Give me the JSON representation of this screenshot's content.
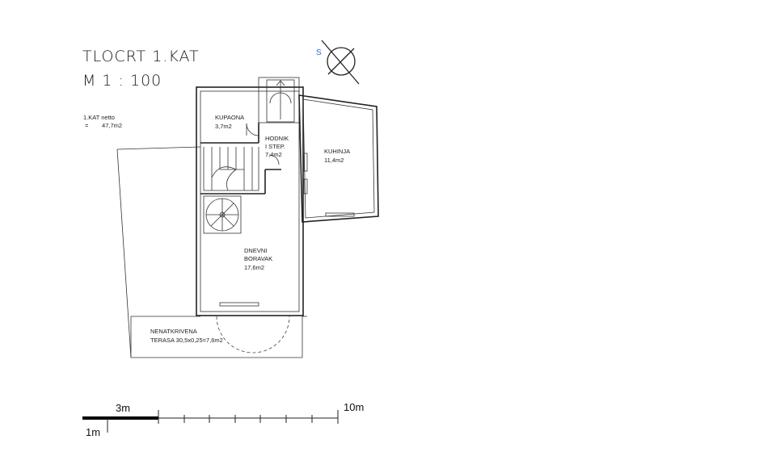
{
  "title": {
    "line1": "TLOCRT 1.KAT",
    "line2": "M 1 : 100"
  },
  "compass": {
    "label": "S",
    "icon": "north-arrow-icon"
  },
  "summary": {
    "label": "1.KAT netto",
    "value": "=        47,7m2"
  },
  "rooms": [
    {
      "name": "KUPAONA",
      "area": "3,7m2"
    },
    {
      "name": "HODNIK",
      "name2": "I STEP.",
      "area": "7,4m2"
    },
    {
      "name": "KUHINJA",
      "area": "11,4m2"
    },
    {
      "name": "DNEVNI",
      "name2": "BORAVAK",
      "area": "17,6m2"
    },
    {
      "name": "NENATKRIVENA",
      "name2": "TERASA 30,5x0,25=7,6m2"
    }
  ],
  "scale_bar": {
    "label_3m": "3m",
    "label_10m": "10m",
    "label_1m": "1m"
  },
  "colors": {
    "line": "#222222",
    "compass": "#1e6fd9",
    "background": "#ffffff"
  }
}
